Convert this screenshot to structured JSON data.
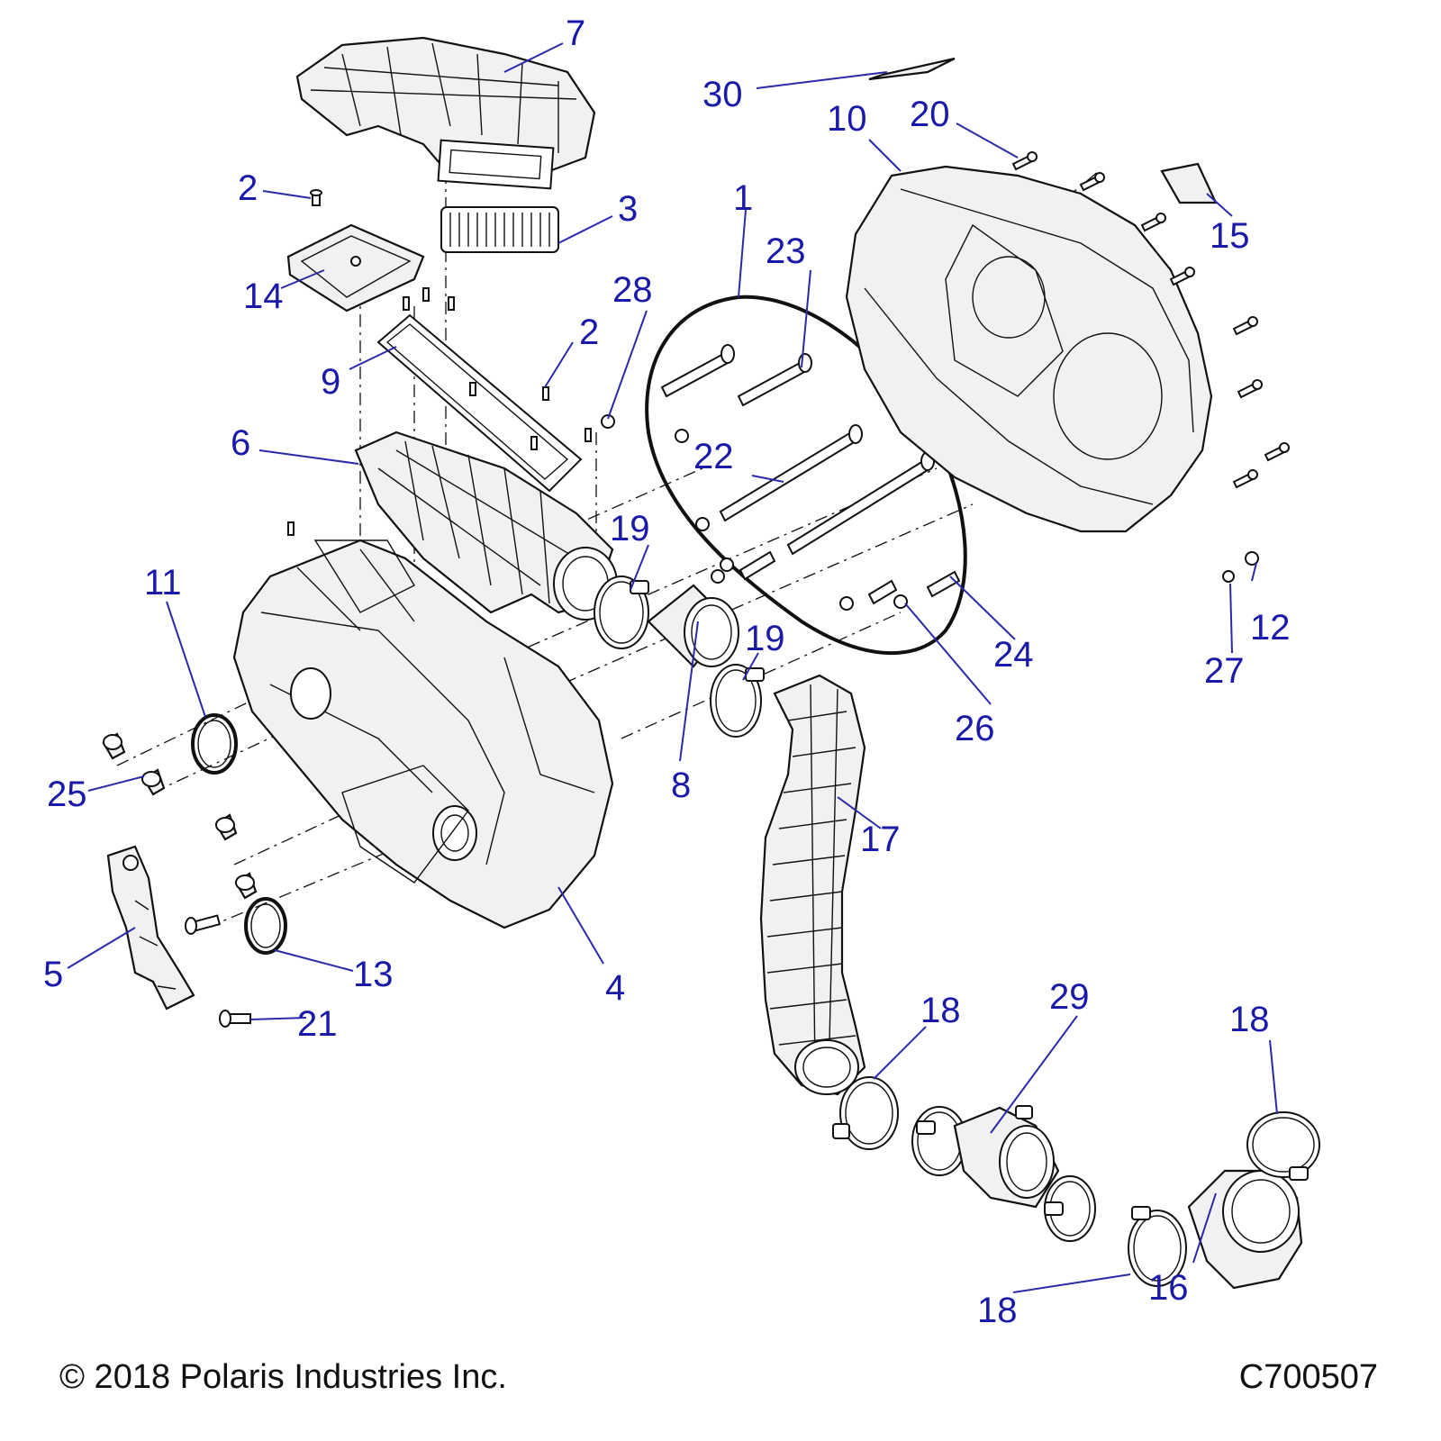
{
  "callouts": [
    {
      "id": "1",
      "text": "1"
    },
    {
      "id": "2a",
      "text": "2"
    },
    {
      "id": "2b",
      "text": "2"
    },
    {
      "id": "3",
      "text": "3"
    },
    {
      "id": "4",
      "text": "4"
    },
    {
      "id": "5",
      "text": "5"
    },
    {
      "id": "6",
      "text": "6"
    },
    {
      "id": "7",
      "text": "7"
    },
    {
      "id": "8",
      "text": "8"
    },
    {
      "id": "9",
      "text": "9"
    },
    {
      "id": "10",
      "text": "10"
    },
    {
      "id": "11",
      "text": "11"
    },
    {
      "id": "12",
      "text": "12"
    },
    {
      "id": "13",
      "text": "13"
    },
    {
      "id": "14",
      "text": "14"
    },
    {
      "id": "15",
      "text": "15"
    },
    {
      "id": "16",
      "text": "16"
    },
    {
      "id": "17",
      "text": "17"
    },
    {
      "id": "18a",
      "text": "18"
    },
    {
      "id": "18b",
      "text": "18"
    },
    {
      "id": "18c",
      "text": "18"
    },
    {
      "id": "19a",
      "text": "19"
    },
    {
      "id": "19b",
      "text": "19"
    },
    {
      "id": "20",
      "text": "20"
    },
    {
      "id": "21",
      "text": "21"
    },
    {
      "id": "22",
      "text": "22"
    },
    {
      "id": "23",
      "text": "23"
    },
    {
      "id": "24",
      "text": "24"
    },
    {
      "id": "25",
      "text": "25"
    },
    {
      "id": "26",
      "text": "26"
    },
    {
      "id": "27",
      "text": "27"
    },
    {
      "id": "28",
      "text": "28"
    },
    {
      "id": "29",
      "text": "29"
    },
    {
      "id": "30",
      "text": "30"
    }
  ],
  "footer": {
    "copyright": "© 2018 Polaris Industries Inc.",
    "drawing_number": "C700507"
  },
  "colors": {
    "callout_text": "#1a1aa8",
    "leader_line": "#2a2aa8",
    "part_fill": "#f1f1f1",
    "outline": "#111111"
  }
}
